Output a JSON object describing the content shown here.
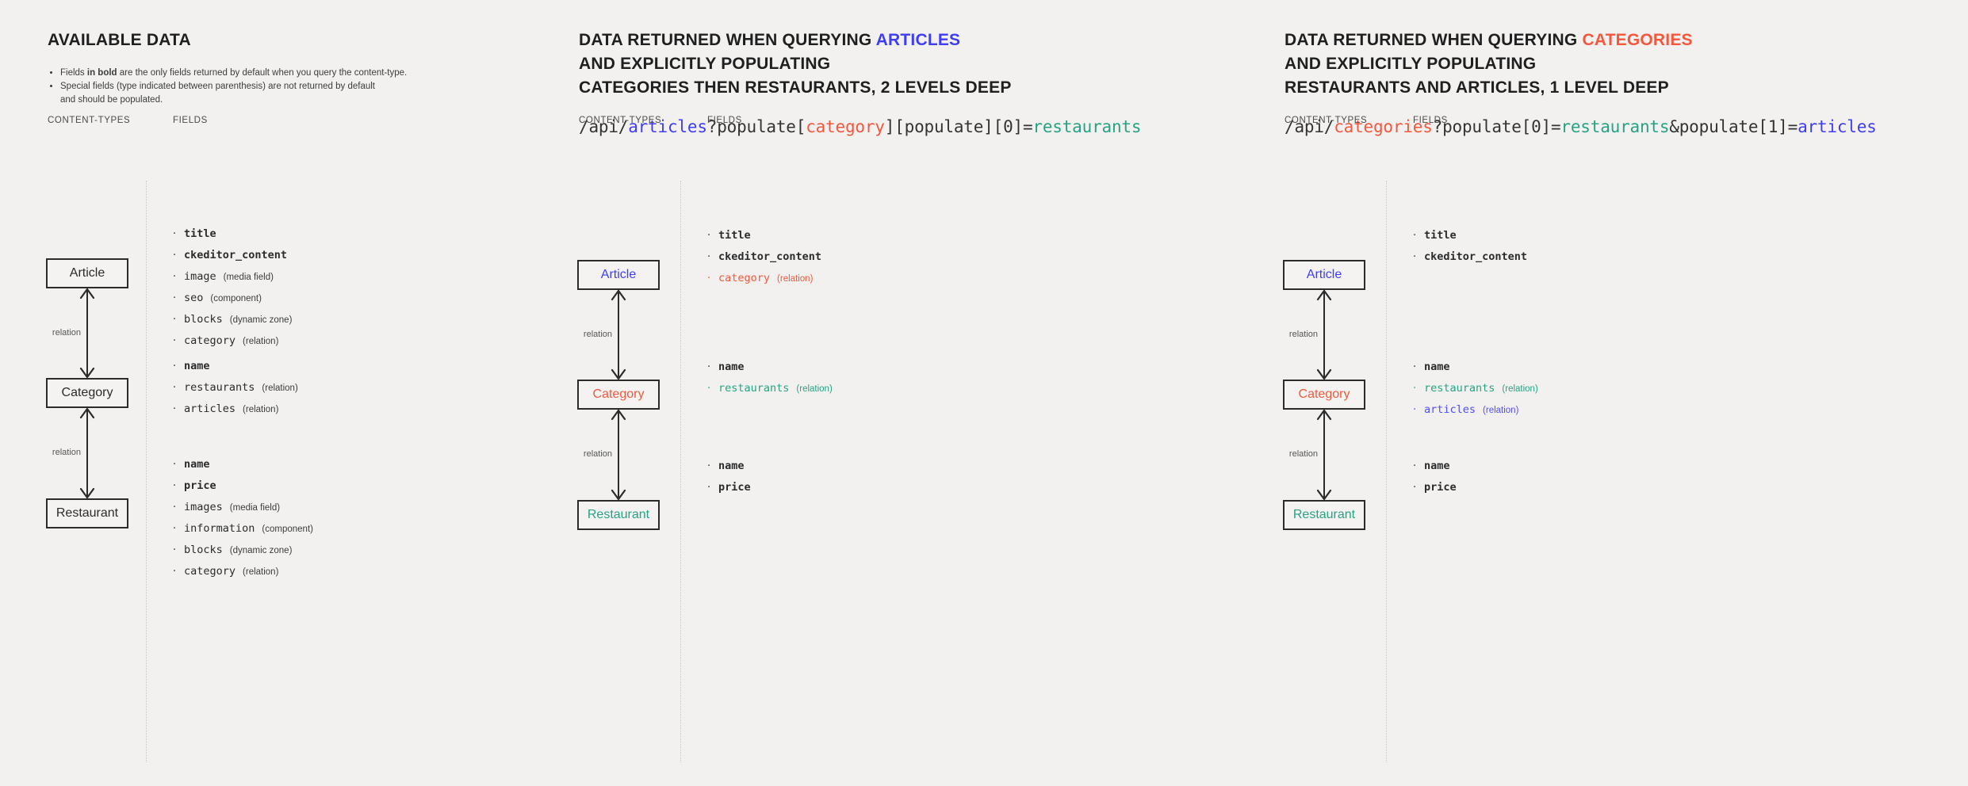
{
  "colors": {
    "background": "#f2f1f0",
    "articles_blue": "#3f3df5",
    "categories_red": "#f4573c",
    "restaurants_teal": "#27a383",
    "box_border": "#2b2b2b"
  },
  "columns": [
    {
      "id": "available-data",
      "heading": {
        "lines": [
          {
            "text": "AVAILABLE DATA",
            "accent": null
          }
        ]
      },
      "notes": [
        {
          "pre": "Fields ",
          "bold": "in bold",
          "post": " are the only fields returned by default when you query the content-type."
        },
        {
          "pre": "Special fields (type indicated between parenthesis) are not returned by default",
          "bold": "",
          "post": ""
        },
        {
          "pre": "and should be populated.",
          "bold": "",
          "post": ""
        }
      ],
      "api_url": null,
      "subheads": {
        "content_types": "CONTENT-TYPES",
        "fields": "FIELDS"
      },
      "nodes": [
        {
          "label": "Article",
          "color": "default"
        },
        {
          "label": "Category",
          "color": "default"
        },
        {
          "label": "Restaurant",
          "color": "default"
        }
      ],
      "connectors": [
        {
          "label": "relation",
          "arrow": "both"
        },
        {
          "label": "relation",
          "arrow": "both"
        }
      ],
      "fieldgroups": [
        [
          {
            "name": "title",
            "bold": true,
            "type": "",
            "color": "default"
          },
          {
            "name": "ckeditor_content",
            "bold": true,
            "type": "",
            "color": "default"
          },
          {
            "name": "image",
            "bold": false,
            "type": "(media field)",
            "color": "default"
          },
          {
            "name": "seo",
            "bold": false,
            "type": "(component)",
            "color": "default"
          },
          {
            "name": "blocks",
            "bold": false,
            "type": "(dynamic zone)",
            "color": "default"
          },
          {
            "name": "category",
            "bold": false,
            "type": "(relation)",
            "color": "default"
          }
        ],
        [
          {
            "name": "name",
            "bold": true,
            "type": "",
            "color": "default"
          },
          {
            "name": "restaurants",
            "bold": false,
            "type": "(relation)",
            "color": "default"
          },
          {
            "name": "articles",
            "bold": false,
            "type": "(relation)",
            "color": "default"
          }
        ],
        [
          {
            "name": "name",
            "bold": true,
            "type": "",
            "color": "default"
          },
          {
            "name": "price",
            "bold": true,
            "type": "",
            "color": "default"
          },
          {
            "name": "images",
            "bold": false,
            "type": "(media field)",
            "color": "default"
          },
          {
            "name": "information",
            "bold": false,
            "type": "(component)",
            "color": "default"
          },
          {
            "name": "blocks",
            "bold": false,
            "type": "(dynamic zone)",
            "color": "default"
          },
          {
            "name": "category",
            "bold": false,
            "type": "(relation)",
            "color": "default"
          }
        ]
      ]
    },
    {
      "id": "query-articles",
      "heading": {
        "lines": [
          {
            "text": "DATA RETURNED WHEN QUERYING ",
            "accent": "ARTICLES",
            "accent_color": "blue"
          },
          {
            "text": "AND EXPLICITLY POPULATING",
            "accent": null
          },
          {
            "text": "CATEGORIES THEN RESTAURANTS, 2 LEVELS DEEP",
            "accent": null
          }
        ]
      },
      "notes": [],
      "api_url": [
        {
          "t": "/api/",
          "c": "default"
        },
        {
          "t": "articles",
          "c": "blue"
        },
        {
          "t": "?populate[",
          "c": "default"
        },
        {
          "t": "category",
          "c": "red"
        },
        {
          "t": "][populate][0]=",
          "c": "default"
        },
        {
          "t": "restaurants",
          "c": "teal"
        }
      ],
      "subheads": {
        "content_types": "CONTENT-TYPES",
        "fields": "FIELDS"
      },
      "nodes": [
        {
          "label": "Article",
          "color": "blue"
        },
        {
          "label": "Category",
          "color": "red"
        },
        {
          "label": "Restaurant",
          "color": "teal"
        }
      ],
      "connectors": [
        {
          "label": "relation",
          "arrow": "both"
        },
        {
          "label": "relation",
          "arrow": "both"
        }
      ],
      "fieldgroups": [
        [
          {
            "name": "title",
            "bold": true,
            "type": "",
            "color": "default"
          },
          {
            "name": "ckeditor_content",
            "bold": true,
            "type": "",
            "color": "default"
          },
          {
            "name": "category",
            "bold": false,
            "type": "(relation)",
            "color": "red"
          }
        ],
        [
          {
            "name": "name",
            "bold": true,
            "type": "",
            "color": "default"
          },
          {
            "name": "restaurants",
            "bold": false,
            "type": "(relation)",
            "color": "teal"
          }
        ],
        [
          {
            "name": "name",
            "bold": true,
            "type": "",
            "color": "default"
          },
          {
            "name": "price",
            "bold": true,
            "type": "",
            "color": "default"
          }
        ]
      ]
    },
    {
      "id": "query-categories",
      "heading": {
        "lines": [
          {
            "text": "DATA RETURNED WHEN QUERYING ",
            "accent": "CATEGORIES",
            "accent_color": "red"
          },
          {
            "text": "AND EXPLICITLY POPULATING",
            "accent": null
          },
          {
            "text": "RESTAURANTS AND ARTICLES, 1 LEVEL DEEP",
            "accent": null
          }
        ]
      },
      "notes": [],
      "api_url": [
        {
          "t": "/api/",
          "c": "default"
        },
        {
          "t": "categories",
          "c": "red"
        },
        {
          "t": "?populate[0]=",
          "c": "default"
        },
        {
          "t": "restaurants",
          "c": "teal"
        },
        {
          "t": "&populate[1]=",
          "c": "default"
        },
        {
          "t": "articles",
          "c": "blue"
        }
      ],
      "subheads": {
        "content_types": "CONTENT-TYPES",
        "fields": "FIELDS"
      },
      "nodes": [
        {
          "label": "Article",
          "color": "blue"
        },
        {
          "label": "Category",
          "color": "red"
        },
        {
          "label": "Restaurant",
          "color": "teal"
        }
      ],
      "connectors": [
        {
          "label": "relation",
          "arrow": "both"
        },
        {
          "label": "relation",
          "arrow": "both"
        }
      ],
      "fieldgroups": [
        [
          {
            "name": "title",
            "bold": true,
            "type": "",
            "color": "default"
          },
          {
            "name": "ckeditor_content",
            "bold": true,
            "type": "",
            "color": "default"
          }
        ],
        [
          {
            "name": "name",
            "bold": true,
            "type": "",
            "color": "default"
          },
          {
            "name": "restaurants",
            "bold": false,
            "type": "(relation)",
            "color": "teal"
          },
          {
            "name": "articles",
            "bold": false,
            "type": "(relation)",
            "color": "blue"
          }
        ],
        [
          {
            "name": "name",
            "bold": true,
            "type": "",
            "color": "default"
          },
          {
            "name": "price",
            "bold": true,
            "type": "",
            "color": "default"
          }
        ]
      ]
    }
  ]
}
